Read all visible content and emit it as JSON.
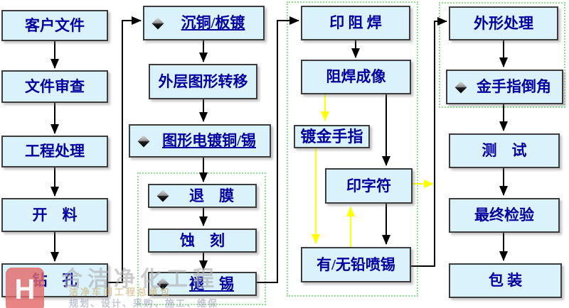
{
  "diagram": {
    "kind": "pcb-process-flowchart",
    "boxes": {
      "customer_files": {
        "label": "客户文件"
      },
      "file_review": {
        "label": "文件审查"
      },
      "engineering": {
        "label": "工程处理"
      },
      "cutting": {
        "label": "开　料"
      },
      "drilling": {
        "label": "钻　孔"
      },
      "copper_plating": {
        "label": "沉铜/板镀"
      },
      "outer_pattern": {
        "label": "外层图形转移"
      },
      "pattern_plating": {
        "label": "图形电镀铜/锡"
      },
      "film_strip": {
        "label": "退　膜"
      },
      "etching": {
        "label": "蚀　刻"
      },
      "tin_strip": {
        "label": "褪　锡"
      },
      "solder_print": {
        "label": "印 阻 焊"
      },
      "solder_image": {
        "label": "阻焊成像"
      },
      "gold_finger": {
        "label": "镀金手指"
      },
      "legend_print": {
        "label": "印字符"
      },
      "hasl": {
        "label": "有/无铅喷锡"
      },
      "profile": {
        "label": "外形处理"
      },
      "beveling": {
        "label": "金手指倒角"
      },
      "testing": {
        "label": "测　试"
      },
      "final_inspection": {
        "label": "最终检验"
      },
      "packing": {
        "label": "包 装"
      }
    },
    "icons": {
      "diamond_arrow": "diamond-arrow-icon"
    },
    "colors": {
      "box_fill": "#daf2fb",
      "box_border": "#3d3d3d",
      "box_text": "#0000a0",
      "dashed_group_border": "#8ee08e",
      "arrow_black": "#000000",
      "arrow_yellow": "#ffff00",
      "watermark_logo_red": "#e26a6a"
    }
  },
  "watermark": {
    "logo_letter": "H",
    "line1": "合洁净化工程",
    "line2": "洁净车间工程总承包",
    "line3": "规划、设计、采购、施工、维保"
  }
}
